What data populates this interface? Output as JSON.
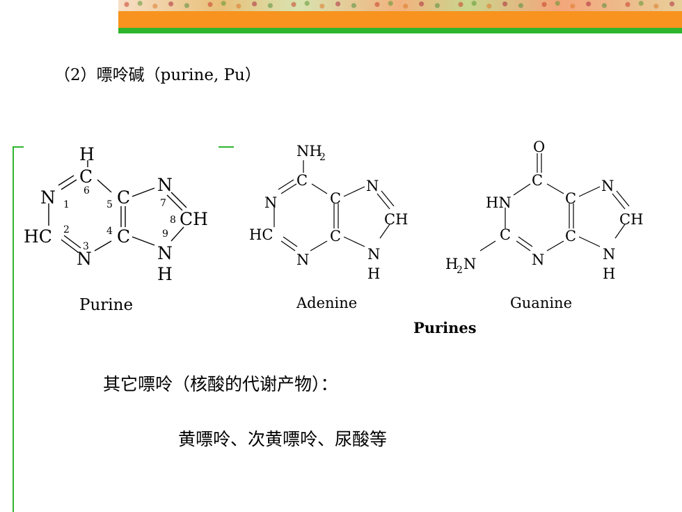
{
  "slide": {
    "heading": "（2）嘌呤碱（purine, Pu）",
    "other_title": "其它嘌呤（核酸的代谢产物）：",
    "other_list": "黄嘌呤、次黄嘌呤、尿酸等"
  },
  "structures": {
    "caption": "Purines",
    "purine": {
      "name": "Purine",
      "atoms": {
        "top_h": "H",
        "c6": "C",
        "n1": "N",
        "c5": "C",
        "n7": "N",
        "c8": "CH",
        "hc2": "HC",
        "c4": "C",
        "n3": "N",
        "n9": "N",
        "h9": "H"
      },
      "numbers": [
        "1",
        "2",
        "3",
        "4",
        "5",
        "6",
        "7",
        "8",
        "9"
      ]
    },
    "adenine": {
      "name": "Adenine",
      "atoms": {
        "nh2": "NH",
        "nh2_sub": "2",
        "c_top": "C",
        "n_left": "N",
        "c_mid_top": "C",
        "n_right": "N",
        "ch": "CH",
        "hc": "HC",
        "c_mid_bot": "C",
        "n_bot": "N",
        "n_h": "N",
        "h": "H"
      }
    },
    "guanine": {
      "name": "Guanine",
      "atoms": {
        "o": "O",
        "c_top": "C",
        "hn": "HN",
        "c_mid_top": "C",
        "n_right": "N",
        "ch": "CH",
        "c_left": "C",
        "c_mid_bot": "C",
        "n_bot": "N",
        "n_h": "N",
        "h": "H",
        "h2n": "H",
        "h2n_sub": "2",
        "h2n_n": "N"
      }
    }
  }
}
